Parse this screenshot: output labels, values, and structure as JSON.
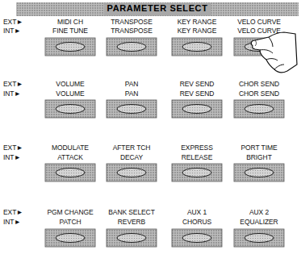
{
  "diagram": {
    "title": "PARAMETER SELECT",
    "labels": [
      "EXT►",
      "MIDI CH",
      "TRANSPOSE",
      "KEY RANGE",
      "VELO CURVE",
      "INT►",
      "FINE TUNE",
      "TRANSPOSE",
      "KEY RANGE",
      "VELO CURVE",
      "EXT►",
      "VOLUME",
      "PAN",
      "REV SEND",
      "CHOR SEND",
      "INT►",
      "VOLUME",
      "PAN",
      "REV SEND",
      "CHOR SEND",
      "EXT►",
      "MODULATE",
      "AFTER TCH",
      "EXPRESS",
      "PORT TIME",
      "INT►",
      "ATTACK",
      "DECAY",
      "RELEASE",
      "BRIGHT",
      "EXT►",
      "PGM CHANGE",
      "BANK SELECT",
      "AUX 1",
      "AUX 2",
      "INT►",
      "PATCH",
      "REVERB",
      "CHORUS",
      "EQUALIZER"
    ]
  }
}
